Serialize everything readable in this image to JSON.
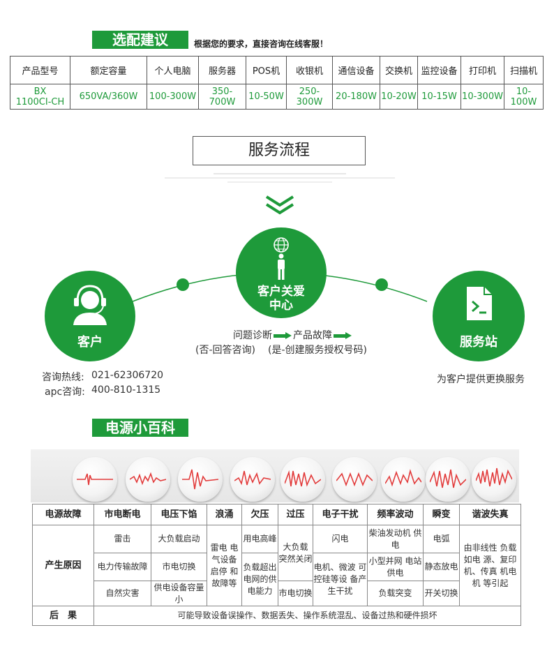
{
  "selection": {
    "banner": "选配建议",
    "note": "根据您的要求，直接咨询在线客服！",
    "headers": [
      "产品型号",
      "额定容量",
      "个人电脑",
      "服务器",
      "POS机",
      "收银机",
      "通信设备",
      "交换机",
      "监控设备",
      "打印机",
      "扫描机"
    ],
    "model_line1": "BX",
    "model_line2": "1100CI-CH",
    "values": [
      "650VA/360W",
      "100-300W",
      "350-700W",
      "10-50W",
      "250-300W",
      "20-180W",
      "10-20W",
      "10-15W",
      "10-300W",
      "10-100W"
    ]
  },
  "service": {
    "title": "服务流程",
    "center_line1": "客户关爱",
    "center_line2": "中心",
    "left_label": "客户",
    "right_label": "服务站",
    "step1": "问题诊断",
    "step2": "产品故障",
    "sub1": "(否-回答咨询)",
    "sub2": "(是-创建服务授权号码)",
    "hotline_label": "咨询热线:",
    "hotline": "021-62306720",
    "apc_label": "apc咨询:",
    "apc": "400-810-1315",
    "right_desc": "为客户提供更换服务"
  },
  "knowledge": {
    "banner": "电源小百科",
    "headers": [
      "电源故障",
      "市电断电",
      "电压下馅",
      "浪涌",
      "欠压",
      "过压",
      "电子干扰",
      "频率波动",
      "瞬变",
      "谐波失真"
    ],
    "cause_label": "产生原因",
    "c1": [
      "雷击",
      "电力传输故障",
      "自然灾害"
    ],
    "c2": [
      "大负载启动",
      "市电切换",
      "供电设备容量小"
    ],
    "c3": "雷电 电气设备 启停 和故障等",
    "c4": [
      "用电高峰",
      "负载超出 电网的供 电能力"
    ],
    "c5": [
      "大负载 突然关闭",
      "市电切换"
    ],
    "c6": [
      "闪电",
      "电机、微波 可控硅等设 备产生干扰"
    ],
    "c7": [
      "柴油发动机 供电",
      "小型并网 电站供电",
      "负载突变"
    ],
    "c8": [
      "电弧",
      "静态放电",
      "开关切换"
    ],
    "c9": "由非线性 负载如电 源、复印 机、传真 机电机 等引起",
    "result_label": "后　果",
    "result": "可能导致设备误操作、数据丢失、操作系统混乱、设备过热和硬件损坏"
  },
  "colors": {
    "accent": "#1e9a3a",
    "wave": "#e23b3b"
  }
}
